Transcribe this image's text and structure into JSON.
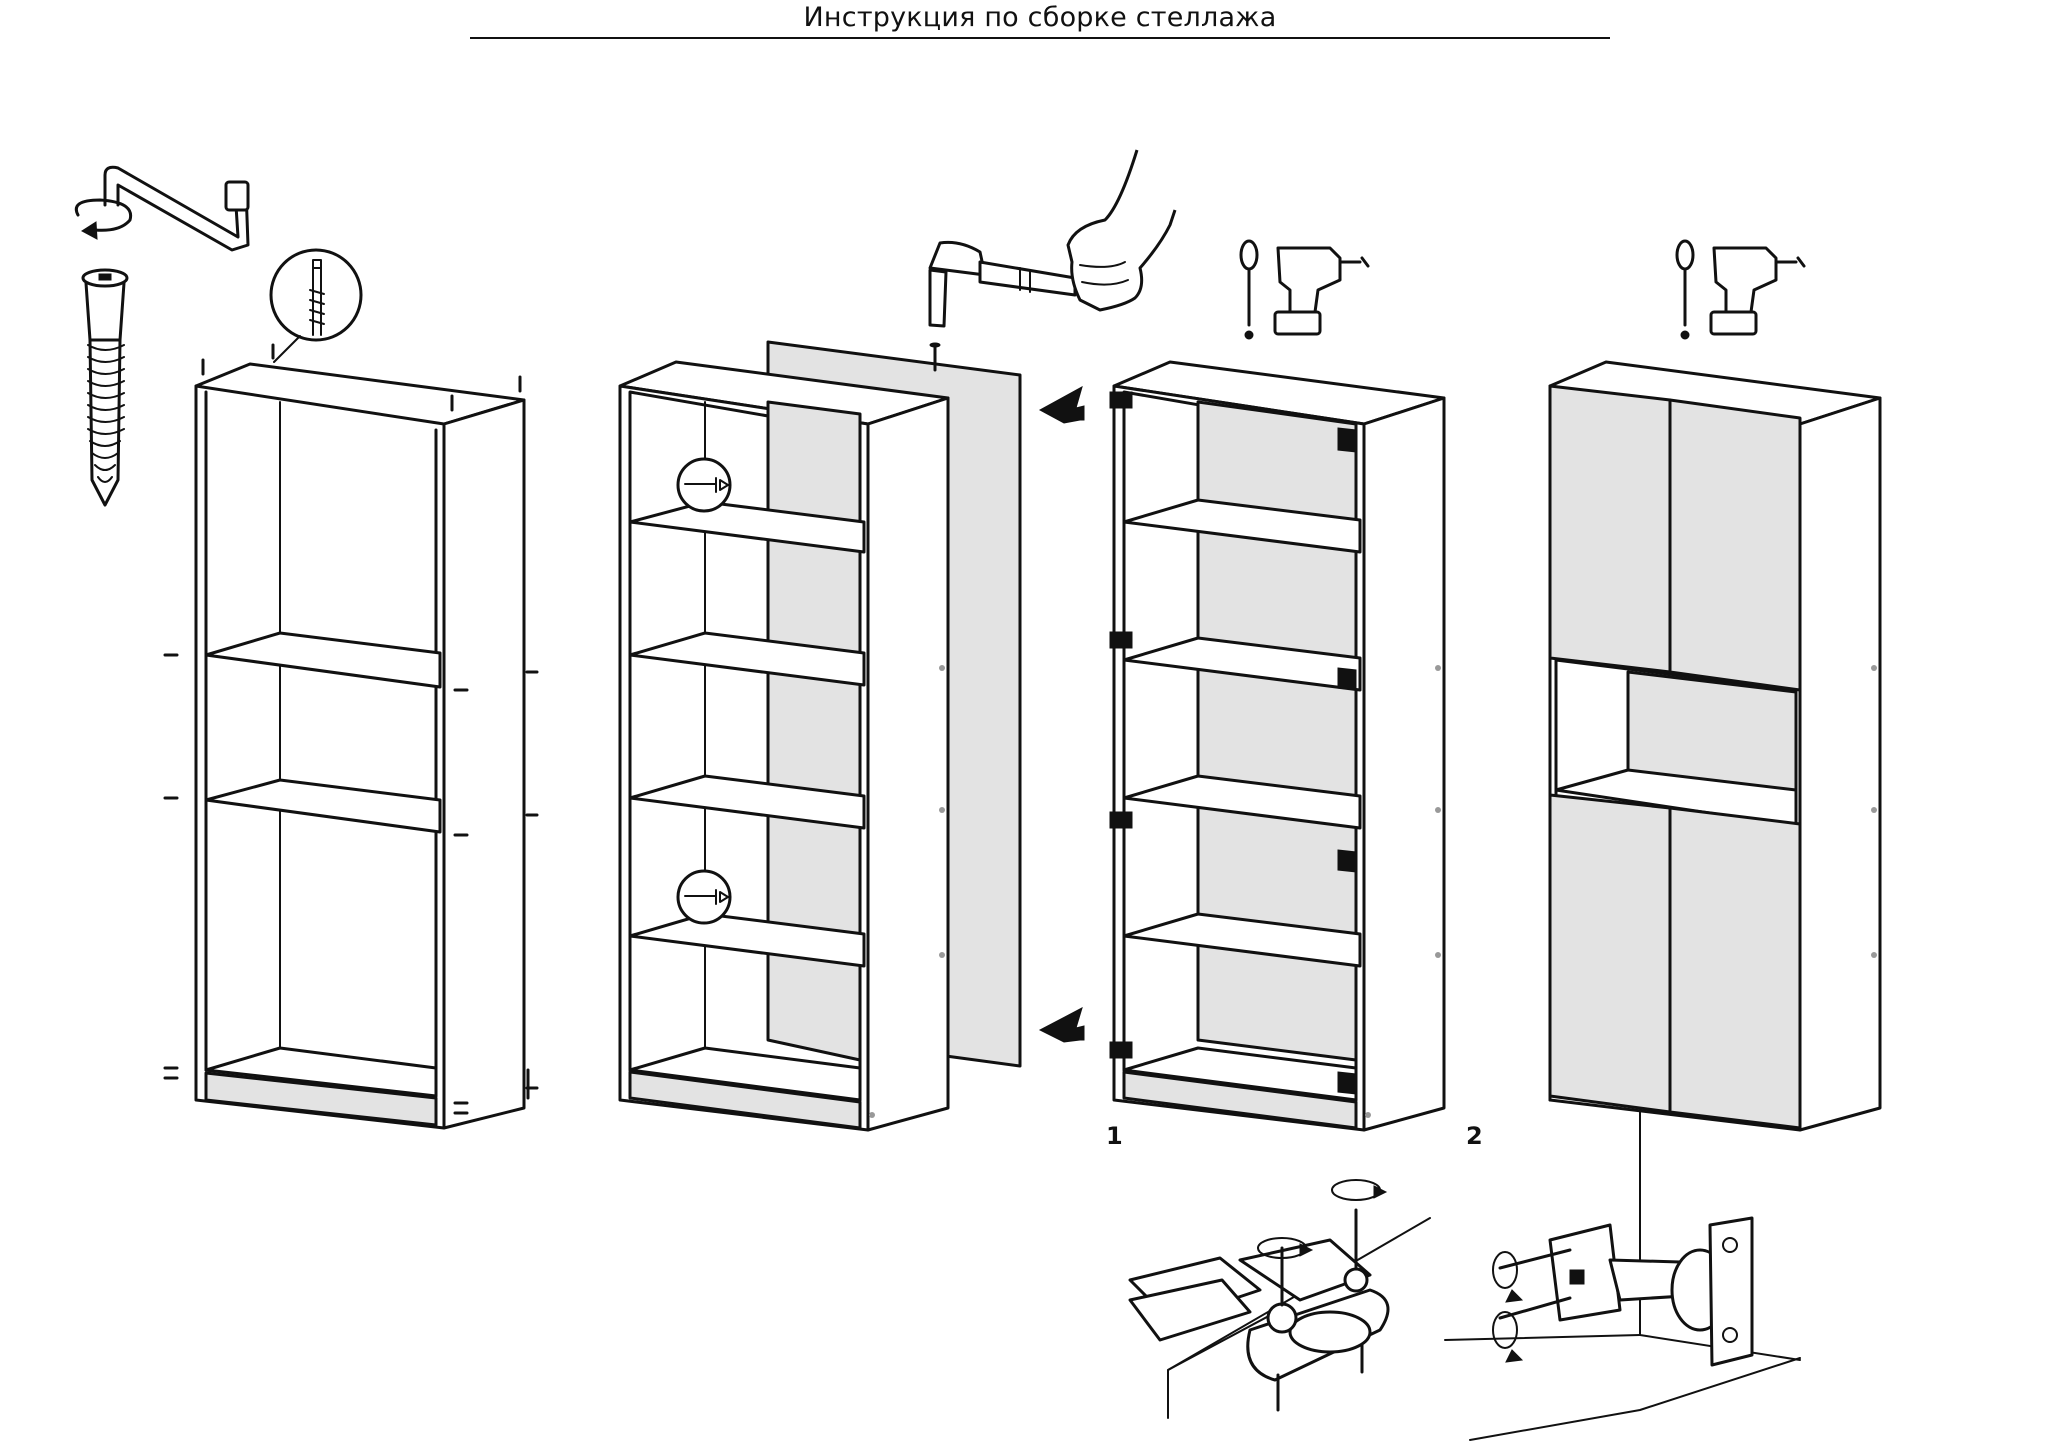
{
  "page": {
    "title": "Инструкция по сборке стеллажа"
  },
  "steps": [
    {
      "label": "1"
    },
    {
      "label": "2"
    }
  ],
  "icons": {
    "hex_key": "hex-key-icon",
    "confirmat_screw": "confirmat-screw-icon",
    "hammer": "hammer-icon",
    "screwdriver": "screwdriver-icon",
    "drill": "cordless-drill-icon",
    "rotate_arrow": "rotate-arrow-icon",
    "push_arrow": "push-arrow-icon",
    "hinge": "cabinet-hinge-icon"
  },
  "colors": {
    "line": "#111111",
    "panel_fill": "#e3e3e3",
    "background": "#ffffff"
  }
}
